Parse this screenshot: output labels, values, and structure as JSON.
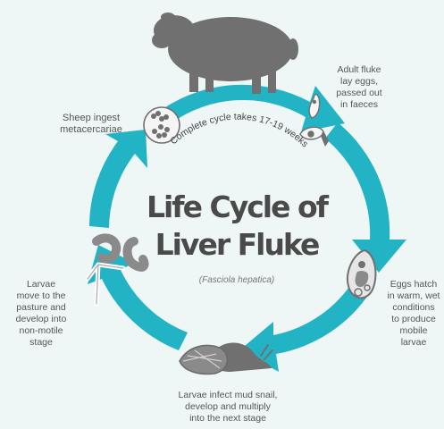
{
  "diagram": {
    "title_line1": "Life Cycle of",
    "title_line2": "Liver Fluke",
    "scientific_name": "(Fasciola hepatica)",
    "cycle_duration": "Complete cycle takes 17-19 weeks",
    "stages": [
      {
        "id": "adult",
        "lines": [
          "Adult fluke",
          "lay eggs,",
          "passed out",
          "in faeces"
        ]
      },
      {
        "id": "eggs",
        "lines": [
          "Eggs hatch",
          "in warm, wet",
          "conditions",
          "to produce",
          "mobile",
          "larvae"
        ]
      },
      {
        "id": "snail",
        "lines": [
          "Larvae infect mud snail,",
          "develop and multiply",
          "into the next stage"
        ]
      },
      {
        "id": "pasture",
        "lines": [
          "Larvae",
          "move to the",
          "pasture and",
          "develop into",
          "non-motile",
          "stage"
        ]
      },
      {
        "id": "sheep",
        "lines": [
          "Sheep ingest",
          "metacercariae"
        ]
      }
    ],
    "colors": {
      "arrow": "#22b3c4",
      "illustration": "#707070",
      "background": "#eef6f6",
      "text": "#555555",
      "title": "#4a4a4a"
    },
    "icons": [
      "sheep-icon",
      "fluke-icon",
      "egg-icon",
      "snail-icon",
      "larvae-icon",
      "metacercariae-icon"
    ]
  }
}
